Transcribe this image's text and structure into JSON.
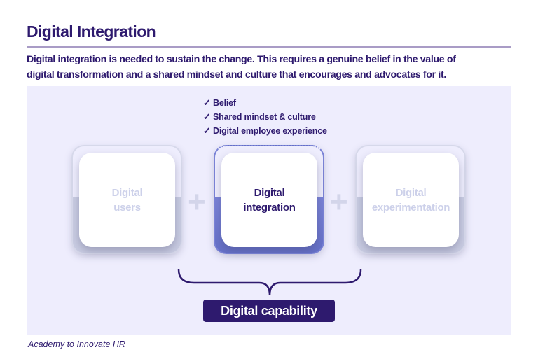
{
  "title": "Digital Integration",
  "intro": [
    "Digital integration is needed to sustain the change. This requires a genuine belief in the value of",
    "digital transformation and a shared mindset and culture that encourages and advocates for it."
  ],
  "checklist": [
    "Belief",
    "Shared mindset & culture",
    "Digital employee experience"
  ],
  "check_icon": "✓",
  "cards": [
    {
      "line1": "Digital",
      "line2": "users",
      "active": false
    },
    {
      "line1": "Digital",
      "line2": "integration",
      "active": true
    },
    {
      "line1": "Digital",
      "line2": "experimentation",
      "active": false
    }
  ],
  "plus": "+",
  "capability": "Digital capability",
  "footer": "Academy to Innovate HR",
  "colors": {
    "primary": "#2e1a6e",
    "active": "#7a83d6",
    "panel": "#eeedfd",
    "inactive_text": "#cdd1ea"
  }
}
